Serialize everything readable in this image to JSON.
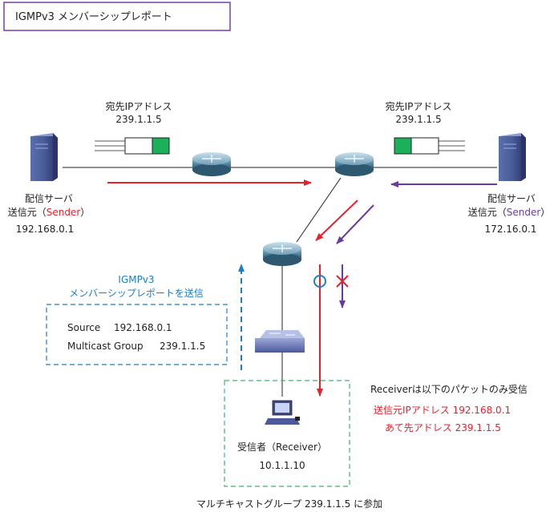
{
  "title": "IGMPv3 メンバーシップレポート",
  "left_packet": {
    "label": "宛先IPアドレス",
    "address": "239.1.1.5"
  },
  "right_packet": {
    "label": "宛先IPアドレス",
    "address": "239.1.1.5"
  },
  "sender_left": {
    "line1": "配信サーバ",
    "prefix": "送信元（",
    "role": "Sender",
    "suffix": "）",
    "ip": "192.168.0.1"
  },
  "sender_right": {
    "line1": "配信サーバ",
    "prefix": "送信元（",
    "role": "Sender",
    "suffix": "）",
    "ip": "172.16.0.1"
  },
  "report": {
    "line1": "IGMPv3",
    "line2": "メンバーシップレポートを送信",
    "source_label": "Source",
    "source_value": "192.168.0.1",
    "group_label": "Multicast Group",
    "group_value": "239.1.1.5"
  },
  "receiver": {
    "label": "受信者（Receiver）",
    "ip": "10.1.1.10"
  },
  "receive_note": {
    "line1": "Receiverは以下のパケットのみ受信",
    "line2": "送信元IPアドレス 192.168.0.1",
    "line3": "あて先アドレス 239.1.1.5"
  },
  "footer": "マルチキャストグループ 239.1.1.5 に参加",
  "colors": {
    "title_border": "#7b3fa0",
    "sender_left_flow": "#e8202a",
    "sender_right_flow": "#6a3b9c",
    "report_flow": "#1f7dc4",
    "receiver_group_box": "#3cb371",
    "packet_fill": "#1bb15a"
  }
}
